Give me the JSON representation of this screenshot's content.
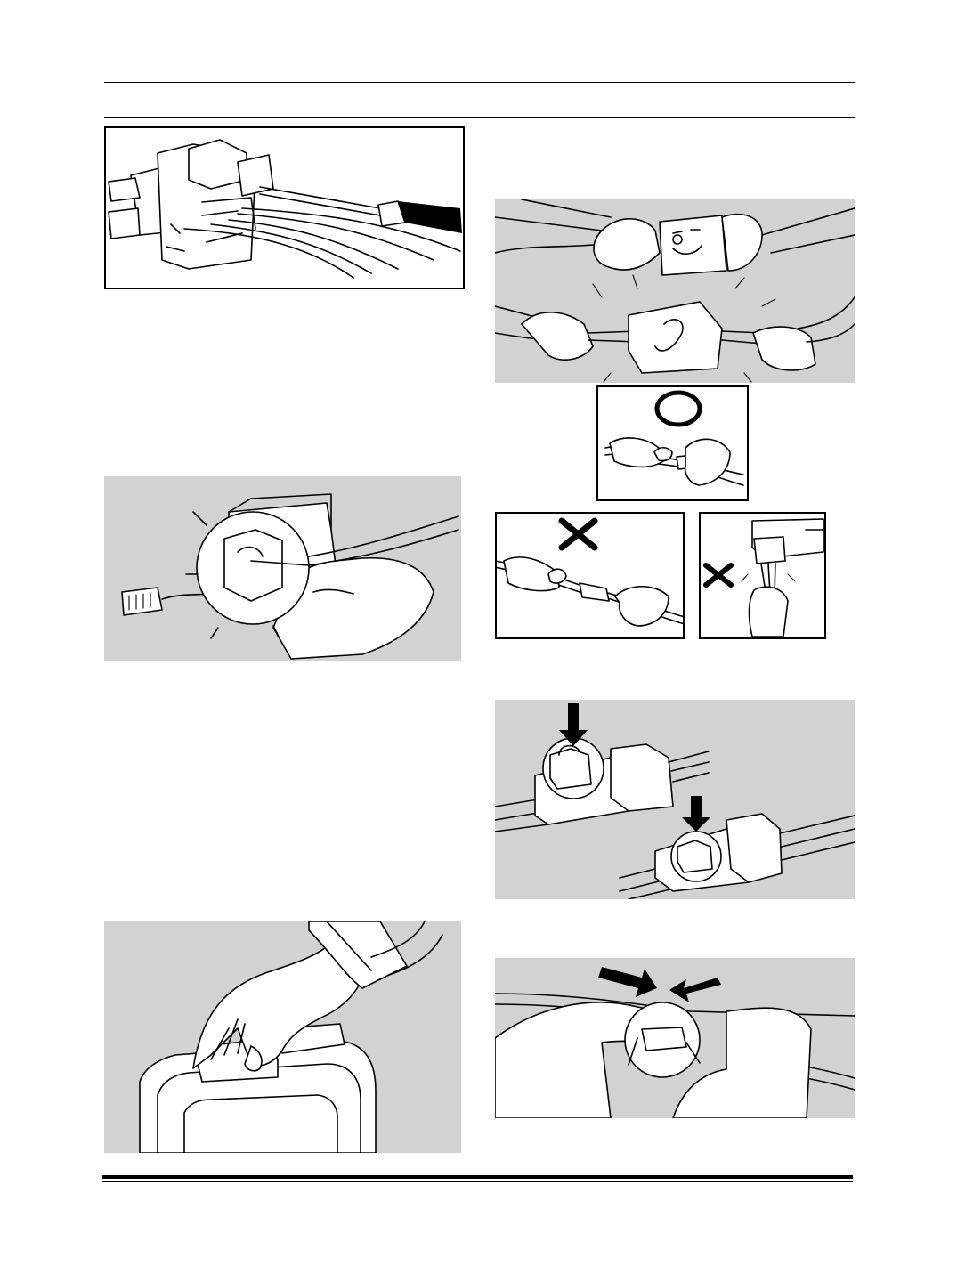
{
  "page": {
    "background": "#ffffff",
    "illustration_grey": "#d2d2d2",
    "ink": "#000000"
  },
  "figures": [
    {
      "name": "connector-release-tool",
      "icon": "connector-screwdriver-illustration"
    },
    {
      "name": "connector-lock-inspection",
      "icon": "magnifier-hand-illustration"
    },
    {
      "name": "unit-connector-removal",
      "icon": "hand-pulling-connector-illustration"
    },
    {
      "name": "do-not-pull-wires",
      "icon": "hands-pulling-connector-illustration"
    },
    {
      "name": "correct-hold",
      "icon": "correct-circle-mark",
      "symbol": "O"
    },
    {
      "name": "incorrect-pull",
      "icon": "incorrect-cross-mark",
      "symbol": "X"
    },
    {
      "name": "incorrect-wire-pull",
      "icon": "incorrect-cross-mark",
      "symbol": "X"
    },
    {
      "name": "lock-tab-arrows",
      "icon": "down-arrow-illustration"
    },
    {
      "name": "push-together",
      "icon": "converging-arrows-illustration"
    }
  ]
}
